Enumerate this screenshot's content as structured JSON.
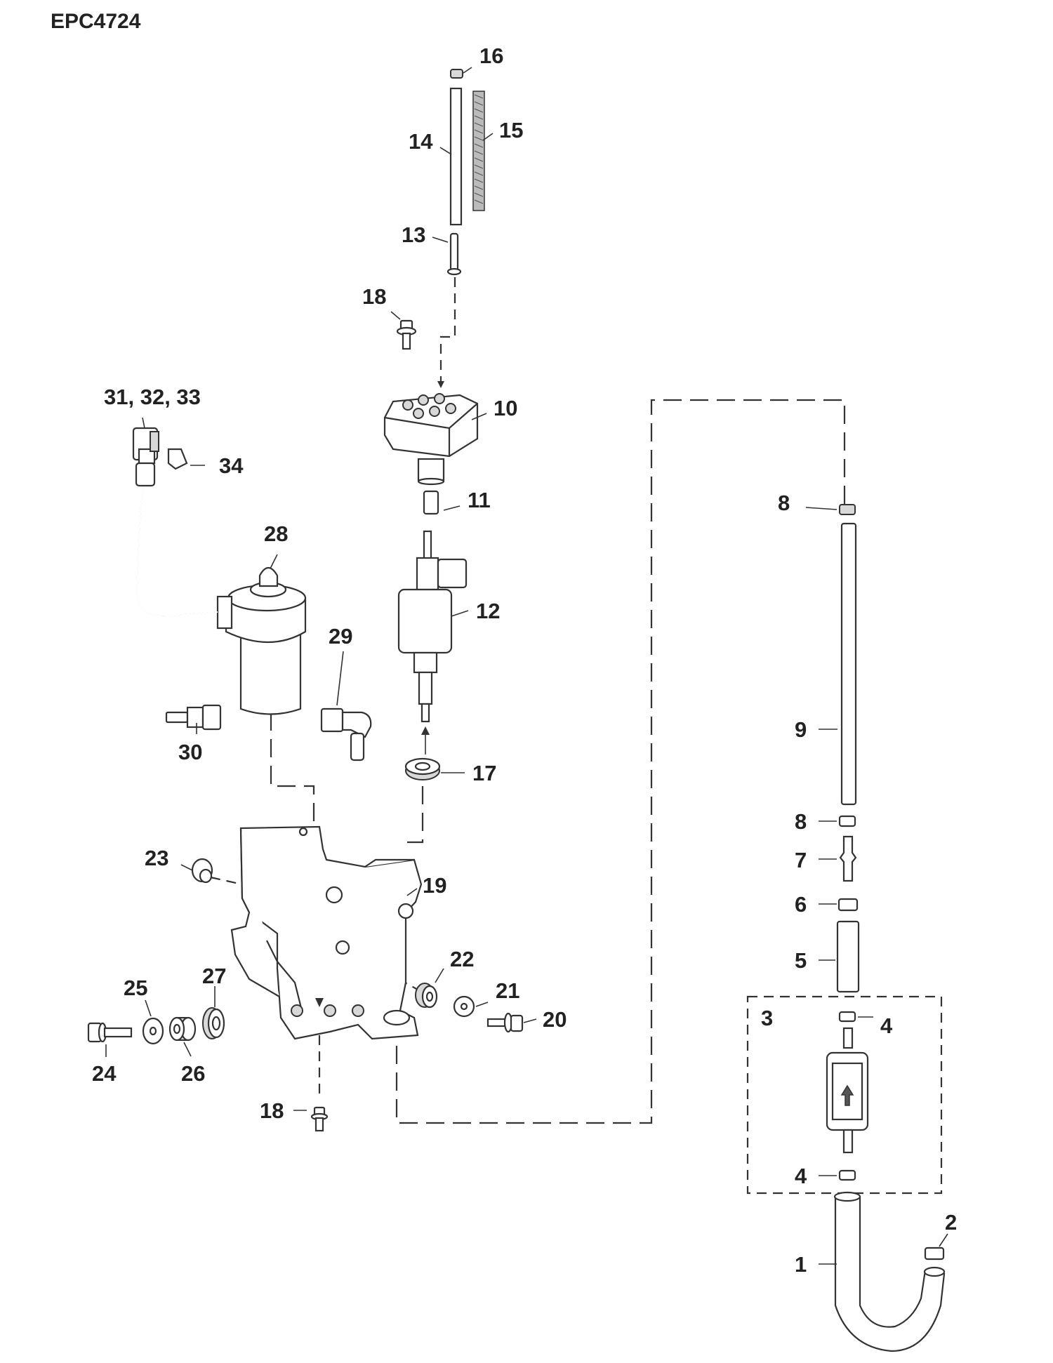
{
  "drawing_code": "EPC4724",
  "callouts": {
    "c1": "1",
    "c2": "2",
    "c3": "3",
    "c4a": "4",
    "c4b": "4",
    "c5": "5",
    "c6": "6",
    "c7": "7",
    "c8a": "8",
    "c8b": "8",
    "c9": "9",
    "c10": "10",
    "c11": "11",
    "c12": "12",
    "c13": "13",
    "c14": "14",
    "c15": "15",
    "c16": "16",
    "c17": "17",
    "c18a": "18",
    "c18b": "18",
    "c19": "19",
    "c20": "20",
    "c21": "21",
    "c22": "22",
    "c23": "23",
    "c24": "24",
    "c25": "25",
    "c26": "26",
    "c27": "27",
    "c28": "28",
    "c29": "29",
    "c30": "30",
    "c31_33": "31, 32, 33",
    "c34": "34"
  }
}
